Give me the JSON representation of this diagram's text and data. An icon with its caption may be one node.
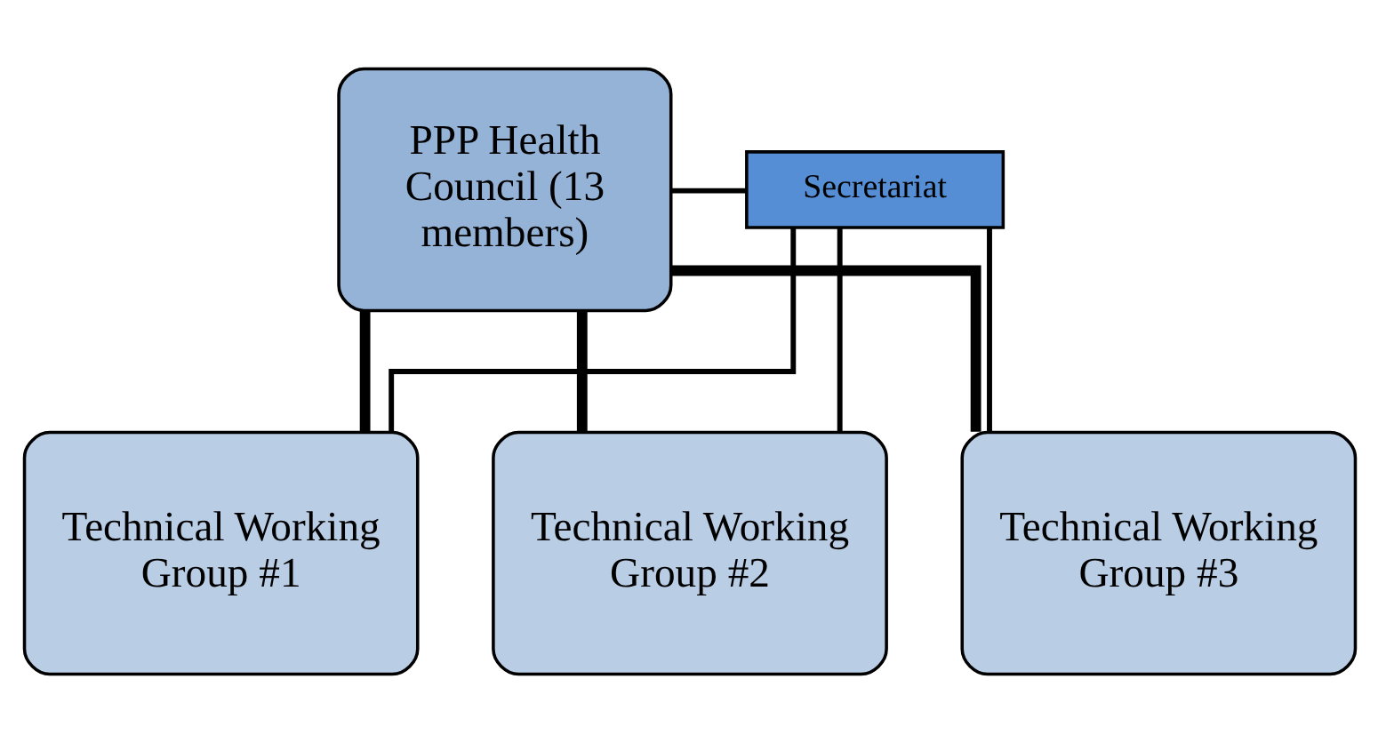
{
  "diagram": {
    "nodes": [
      {
        "text": [
          "PPP Health Council (13 members)"
        ]
      },
      {
        "text": [
          "Secretariat"
        ]
      },
      {
        "text": [
          "Technical Working Group #1"
        ]
      },
      {
        "text": [
          "Technical Working Group #2"
        ]
      },
      {
        "text": [
          "Technical Working Group #3"
        ]
      }
    ],
    "edges": [
      {
        "from": 0,
        "to": 1,
        "arrow": "none"
      },
      {
        "from": 0,
        "to": 2,
        "arrow": "none",
        "style": "thick"
      },
      {
        "from": 0,
        "to": 3,
        "arrow": "none",
        "style": "thick"
      },
      {
        "from": 0,
        "to": 4,
        "arrow": "none",
        "style": "thick"
      },
      {
        "from": 1,
        "to": 2,
        "arrow": "none"
      },
      {
        "from": 1,
        "to": 3,
        "arrow": "none"
      },
      {
        "from": 1,
        "to": 4,
        "arrow": "none"
      }
    ]
  }
}
